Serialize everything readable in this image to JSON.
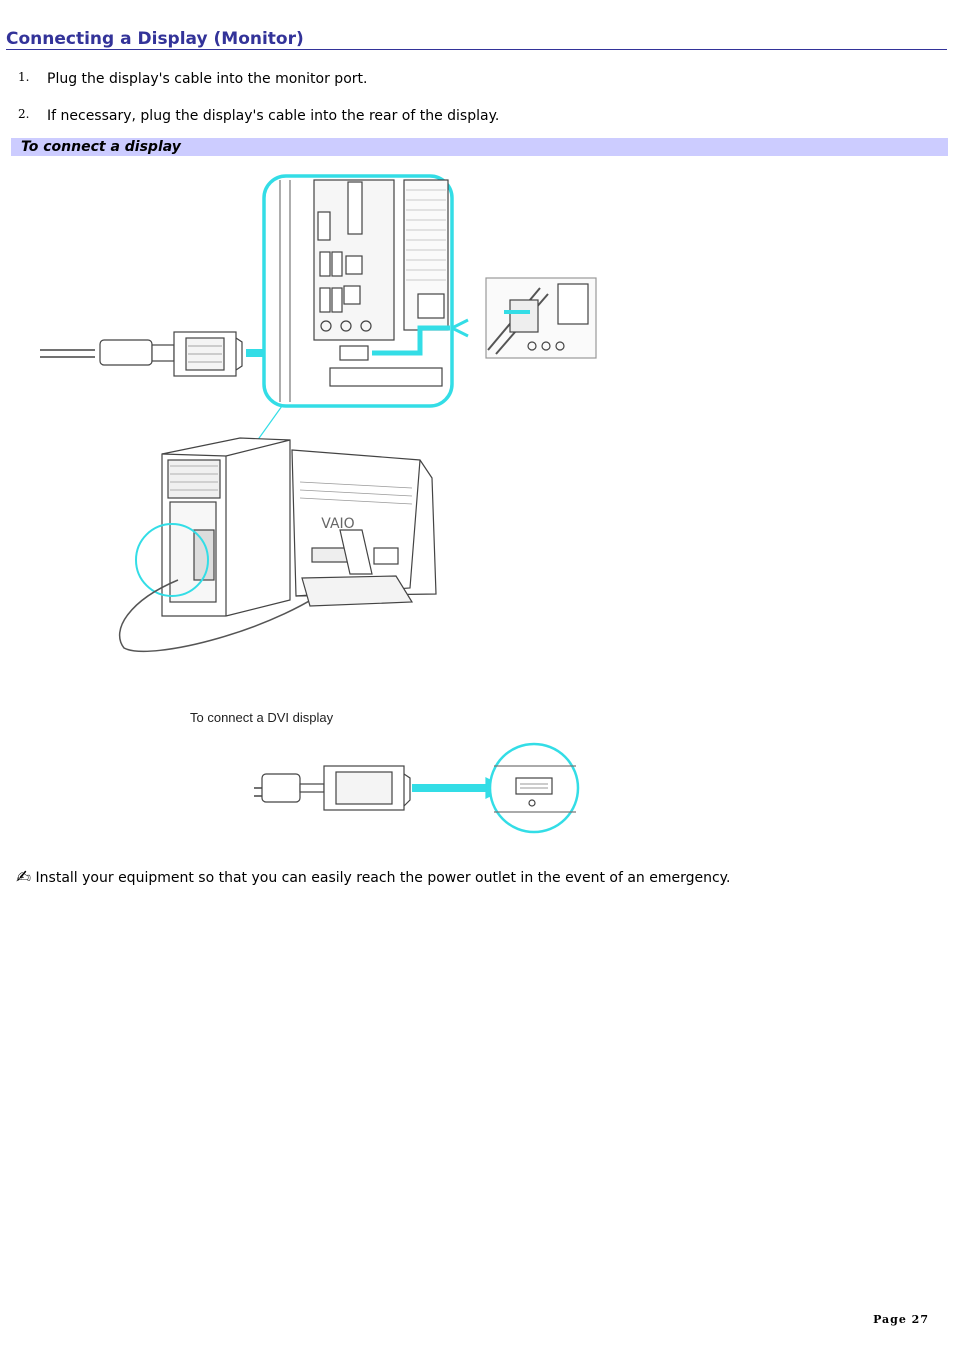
{
  "heading": "Connecting a Display (Monitor)",
  "steps": [
    {
      "num": "1.",
      "text": "Plug the display's cable into the monitor port."
    },
    {
      "num": "2.",
      "text": "If necessary, plug the display's cable into the rear of the display."
    }
  ],
  "figure_caption": "To connect a display",
  "dvi_caption": "To connect a DVI display",
  "note": {
    "icon": "pen-note-icon",
    "text": "Install your equipment so that you can easily reach the power outlet in the event of an emergency."
  },
  "page_label": "Page 27",
  "colors": {
    "heading": "#333399",
    "band": "#ccccff",
    "highlight": "#33dde6"
  }
}
